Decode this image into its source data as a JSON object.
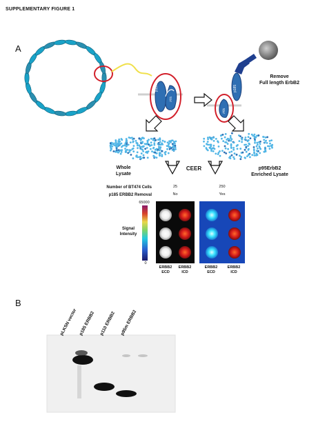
{
  "figure": {
    "title": "SUPPLEMENTARY FIGURE 1",
    "panel_a": "A",
    "panel_b": "B"
  },
  "panel_a": {
    "remove_label_line1": "Remove",
    "remove_label_line2": "Full length ErbB2",
    "receptor_p185": "p185",
    "receptor_p95": "p95",
    "whole_lysate_line1": "Whole",
    "whole_lysate_line2": "Lysate",
    "enriched_line1": "p95ErbB2",
    "enriched_line2": "Enriched Lysate",
    "ceer": "CEER",
    "row_cells_label": "Number of BT474 Cells",
    "row_removal_label": "p185 ERBB2 Removal",
    "cells_value_1": "25",
    "removal_value_1": "No",
    "cells_value_2": "250",
    "removal_value_2": "Yes",
    "colorbar_max": "65000",
    "colorbar_min": "0",
    "signal_label_line1": "Signal",
    "signal_label_line2": "Intensity",
    "col_labels": [
      {
        "line1": "ERBB2",
        "line2": "ECD"
      },
      {
        "line1": "ERBB2",
        "line2": "ICD"
      },
      {
        "line1": "ERBB2",
        "line2": "ECD"
      },
      {
        "line1": "ERBB2",
        "line2": "ICD"
      }
    ]
  },
  "panel_b": {
    "lanes": [
      "pLKSN vector",
      "p185 ERBB2",
      "p110 ERBB2",
      "p95m ERBB2"
    ]
  },
  "colors": {
    "plasmid_segment": "#1aa3c8",
    "highlight_ring": "#d21f2a",
    "linker": "#f0e04a",
    "receptor": "#2f6fb3",
    "antibody": "#1f3f8f",
    "bead": "#777777",
    "lysate_dots": "#52b6e6"
  }
}
